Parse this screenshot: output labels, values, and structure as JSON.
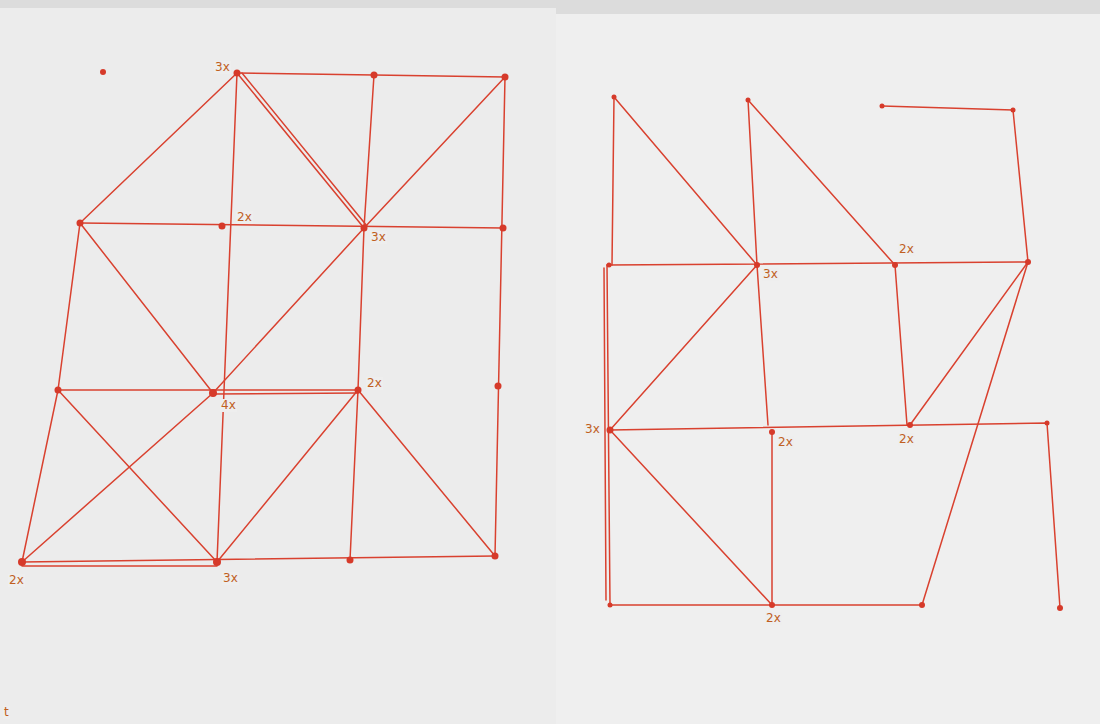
{
  "diagram": {
    "labels": [
      "3x",
      "2x",
      "3x",
      "4x",
      "2x",
      "2x",
      "3x",
      "t",
      "3x",
      "2x",
      "3x",
      "2x",
      "2x",
      "2x"
    ]
  }
}
